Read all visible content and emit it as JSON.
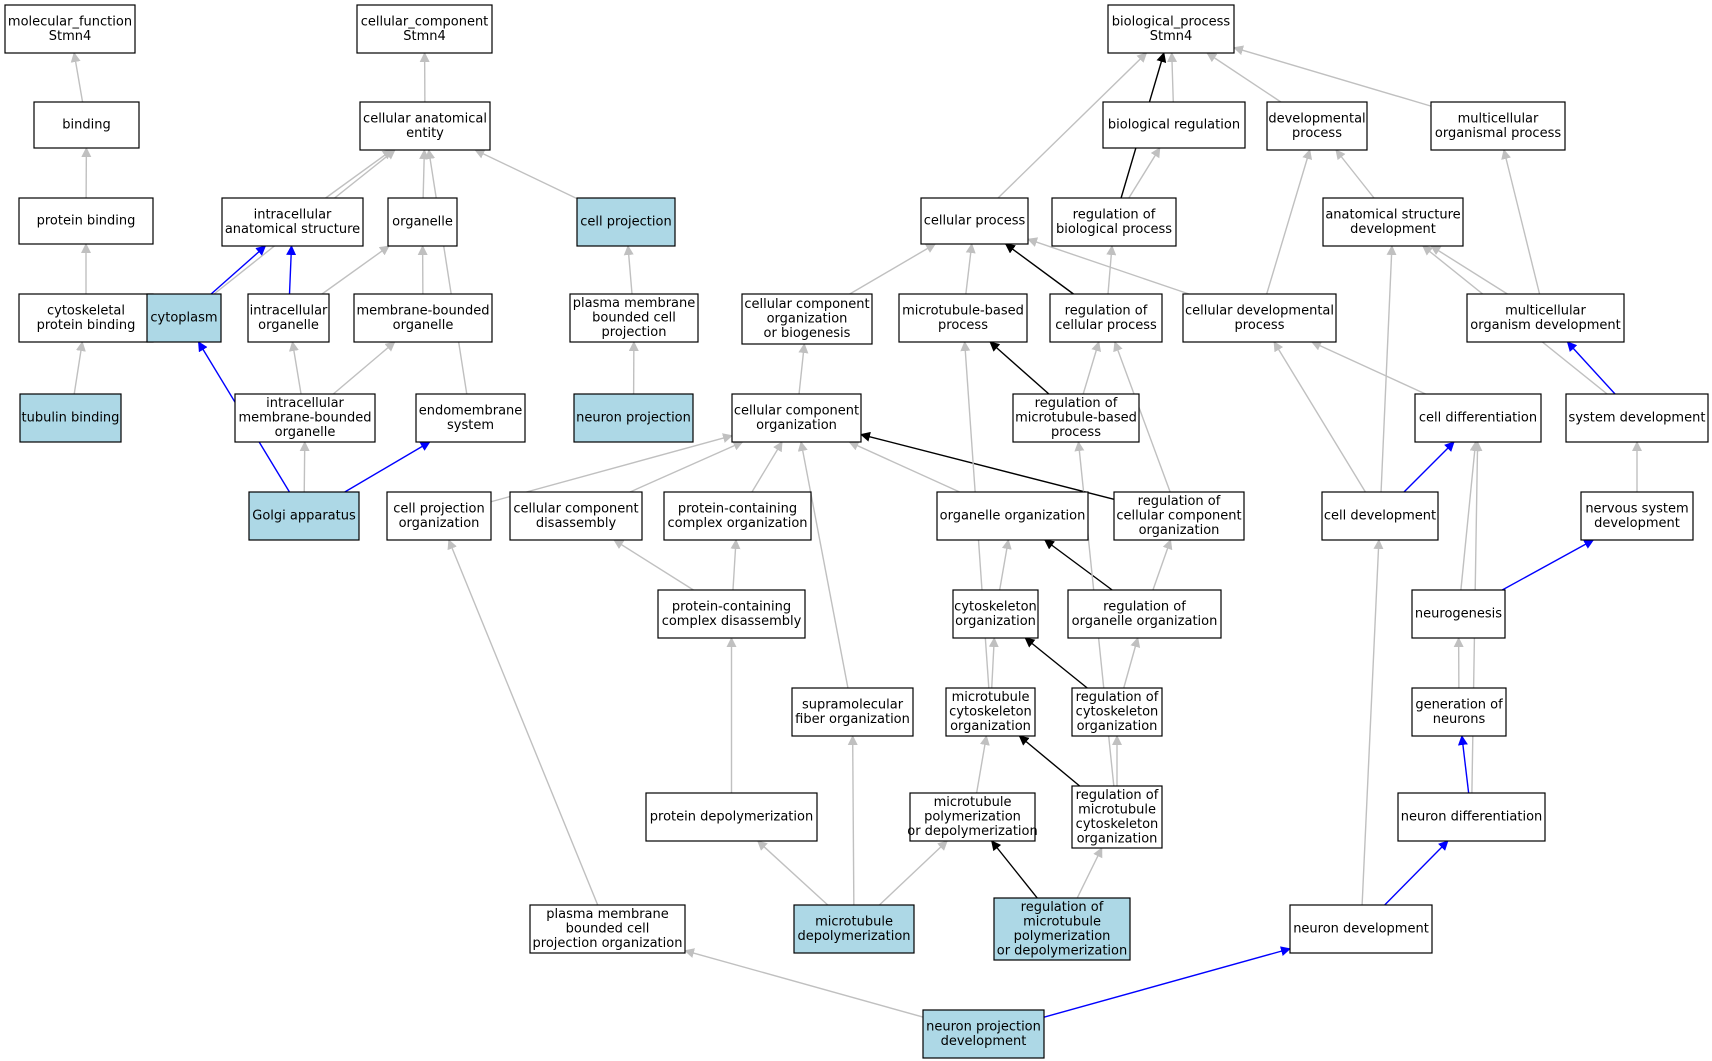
{
  "colors": {
    "highlight": "#add8e6",
    "plain": "#ffffff",
    "edge_is_a": "#c0c0c0",
    "edge_regulates": "#000000",
    "edge_part_of": "#0000ff"
  },
  "nodes": [
    {
      "id": "mf",
      "lines": [
        "molecular_function",
        "Stmn4"
      ],
      "hl": false
    },
    {
      "id": "cc",
      "lines": [
        "cellular_component",
        "Stmn4"
      ],
      "hl": false
    },
    {
      "id": "bp",
      "lines": [
        "biological_process",
        "Stmn4"
      ],
      "hl": false
    },
    {
      "id": "binding",
      "lines": [
        "binding"
      ],
      "hl": false
    },
    {
      "id": "cae",
      "lines": [
        "cellular anatomical",
        "entity"
      ],
      "hl": false
    },
    {
      "id": "bioreg",
      "lines": [
        "biological regulation"
      ],
      "hl": false
    },
    {
      "id": "devproc",
      "lines": [
        "developmental",
        "process"
      ],
      "hl": false
    },
    {
      "id": "multiproc",
      "lines": [
        "multicellular",
        "organismal process"
      ],
      "hl": false
    },
    {
      "id": "protbind",
      "lines": [
        "protein binding"
      ],
      "hl": false
    },
    {
      "id": "ias",
      "lines": [
        "intracellular",
        "anatomical structure"
      ],
      "hl": false
    },
    {
      "id": "organelle",
      "lines": [
        "organelle"
      ],
      "hl": false
    },
    {
      "id": "cellproj",
      "lines": [
        "cell projection"
      ],
      "hl": true
    },
    {
      "id": "cellproc",
      "lines": [
        "cellular process"
      ],
      "hl": false
    },
    {
      "id": "regbio",
      "lines": [
        "regulation of",
        "biological process"
      ],
      "hl": false
    },
    {
      "id": "asd",
      "lines": [
        "anatomical structure",
        "development"
      ],
      "hl": false
    },
    {
      "id": "cytobind",
      "lines": [
        "cytoskeletal",
        "protein binding"
      ],
      "hl": false
    },
    {
      "id": "cytoplasm",
      "lines": [
        "cytoplasm"
      ],
      "hl": true
    },
    {
      "id": "intraorg",
      "lines": [
        "intracellular",
        "organelle"
      ],
      "hl": false
    },
    {
      "id": "mbo",
      "lines": [
        "membrane-bounded",
        "organelle"
      ],
      "hl": false
    },
    {
      "id": "pmbcp",
      "lines": [
        "plasma membrane",
        "bounded cell",
        "projection"
      ],
      "hl": false
    },
    {
      "id": "ccob",
      "lines": [
        "cellular component",
        "organization",
        "or biogenesis"
      ],
      "hl": false
    },
    {
      "id": "mtbp",
      "lines": [
        "microtubule-based",
        "process"
      ],
      "hl": false
    },
    {
      "id": "regcp",
      "lines": [
        "regulation of",
        "cellular process"
      ],
      "hl": false
    },
    {
      "id": "cdp",
      "lines": [
        "cellular developmental",
        "process"
      ],
      "hl": false
    },
    {
      "id": "mod",
      "lines": [
        "multicellular",
        "organism development"
      ],
      "hl": false
    },
    {
      "id": "tubbind",
      "lines": [
        "tubulin binding"
      ],
      "hl": true
    },
    {
      "id": "imbo",
      "lines": [
        "intracellular",
        "membrane-bounded",
        "organelle"
      ],
      "hl": false
    },
    {
      "id": "endo",
      "lines": [
        "endomembrane",
        "system"
      ],
      "hl": false
    },
    {
      "id": "neuproj",
      "lines": [
        "neuron projection"
      ],
      "hl": true
    },
    {
      "id": "cco",
      "lines": [
        "cellular component",
        "organization"
      ],
      "hl": false
    },
    {
      "id": "regmtbp",
      "lines": [
        "regulation of",
        "microtubule-based",
        "process"
      ],
      "hl": false
    },
    {
      "id": "celldiff",
      "lines": [
        "cell differentiation"
      ],
      "hl": false
    },
    {
      "id": "sysdev",
      "lines": [
        "system development"
      ],
      "hl": false
    },
    {
      "id": "golgi",
      "lines": [
        "Golgi apparatus"
      ],
      "hl": true
    },
    {
      "id": "cpo",
      "lines": [
        "cell projection",
        "organization"
      ],
      "hl": false
    },
    {
      "id": "ccd",
      "lines": [
        "cellular component",
        "disassembly"
      ],
      "hl": false
    },
    {
      "id": "pco",
      "lines": [
        "protein-containing",
        "complex organization"
      ],
      "hl": false
    },
    {
      "id": "orgorg",
      "lines": [
        "organelle organization"
      ],
      "hl": false
    },
    {
      "id": "regcco",
      "lines": [
        "regulation of",
        "cellular component",
        "organization"
      ],
      "hl": false
    },
    {
      "id": "celldev",
      "lines": [
        "cell development"
      ],
      "hl": false
    },
    {
      "id": "nsd",
      "lines": [
        "nervous system",
        "development"
      ],
      "hl": false
    },
    {
      "id": "pcd",
      "lines": [
        "protein-containing",
        "complex disassembly"
      ],
      "hl": false
    },
    {
      "id": "cso",
      "lines": [
        "cytoskeleton",
        "organization"
      ],
      "hl": false
    },
    {
      "id": "regoo",
      "lines": [
        "regulation of",
        "organelle organization"
      ],
      "hl": false
    },
    {
      "id": "neurogen",
      "lines": [
        "neurogenesis"
      ],
      "hl": false
    },
    {
      "id": "sfo",
      "lines": [
        "supramolecular",
        "fiber organization"
      ],
      "hl": false
    },
    {
      "id": "mtco",
      "lines": [
        "microtubule",
        "cytoskeleton",
        "organization"
      ],
      "hl": false
    },
    {
      "id": "regcso",
      "lines": [
        "regulation of",
        "cytoskeleton",
        "organization"
      ],
      "hl": false
    },
    {
      "id": "gen",
      "lines": [
        "generation of",
        "neurons"
      ],
      "hl": false
    },
    {
      "id": "protdepol",
      "lines": [
        "protein depolymerization"
      ],
      "hl": false
    },
    {
      "id": "mtpd",
      "lines": [
        "microtubule",
        "polymerization",
        "or depolymerization"
      ],
      "hl": false
    },
    {
      "id": "regmtco",
      "lines": [
        "regulation of",
        "microtubule",
        "cytoskeleton",
        "organization"
      ],
      "hl": false
    },
    {
      "id": "neudiff",
      "lines": [
        "neuron differentiation"
      ],
      "hl": false
    },
    {
      "id": "pmbcpo",
      "lines": [
        "plasma membrane",
        "bounded cell",
        "projection organization"
      ],
      "hl": false
    },
    {
      "id": "mtdepol",
      "lines": [
        "microtubule",
        "depolymerization"
      ],
      "hl": true
    },
    {
      "id": "regmtpd",
      "lines": [
        "regulation of",
        "microtubule",
        "polymerization",
        "or depolymerization"
      ],
      "hl": true
    },
    {
      "id": "neudev",
      "lines": [
        "neuron development"
      ],
      "hl": false
    },
    {
      "id": "npd",
      "lines": [
        "neuron projection",
        "development"
      ],
      "hl": true
    }
  ],
  "edges": [
    {
      "from": "binding",
      "to": "mf",
      "type": "is_a"
    },
    {
      "from": "protbind",
      "to": "binding",
      "type": "is_a"
    },
    {
      "from": "cytobind",
      "to": "protbind",
      "type": "is_a"
    },
    {
      "from": "tubbind",
      "to": "cytobind",
      "type": "is_a"
    },
    {
      "from": "cae",
      "to": "cc",
      "type": "is_a"
    },
    {
      "from": "ias",
      "to": "cae",
      "type": "is_a"
    },
    {
      "from": "organelle",
      "to": "cae",
      "type": "is_a"
    },
    {
      "from": "cellproj",
      "to": "cae",
      "type": "is_a"
    },
    {
      "from": "cytoplasm",
      "to": "cae",
      "type": "is_a"
    },
    {
      "from": "endo",
      "to": "cae",
      "type": "is_a"
    },
    {
      "from": "cytoplasm",
      "to": "ias",
      "type": "part_of"
    },
    {
      "from": "intraorg",
      "to": "ias",
      "type": "part_of"
    },
    {
      "from": "intraorg",
      "to": "organelle",
      "type": "is_a"
    },
    {
      "from": "mbo",
      "to": "organelle",
      "type": "is_a"
    },
    {
      "from": "imbo",
      "to": "intraorg",
      "type": "is_a"
    },
    {
      "from": "imbo",
      "to": "mbo",
      "type": "is_a"
    },
    {
      "from": "golgi",
      "to": "imbo",
      "type": "is_a"
    },
    {
      "from": "golgi",
      "to": "cytoplasm",
      "type": "part_of"
    },
    {
      "from": "golgi",
      "to": "endo",
      "type": "part_of"
    },
    {
      "from": "pmbcp",
      "to": "cellproj",
      "type": "is_a"
    },
    {
      "from": "neuproj",
      "to": "pmbcp",
      "type": "is_a"
    },
    {
      "from": "bioreg",
      "to": "bp",
      "type": "is_a"
    },
    {
      "from": "devproc",
      "to": "bp",
      "type": "is_a"
    },
    {
      "from": "multiproc",
      "to": "bp",
      "type": "is_a"
    },
    {
      "from": "cellproc",
      "to": "bp",
      "type": "is_a"
    },
    {
      "from": "regbio",
      "to": "bp",
      "type": "regulates"
    },
    {
      "from": "regbio",
      "to": "bioreg",
      "type": "is_a"
    },
    {
      "from": "asd",
      "to": "devproc",
      "type": "is_a"
    },
    {
      "from": "cdp",
      "to": "devproc",
      "type": "is_a"
    },
    {
      "from": "mod",
      "to": "multiproc",
      "type": "is_a"
    },
    {
      "from": "mod",
      "to": "asd",
      "type": "is_a"
    },
    {
      "from": "ccob",
      "to": "cellproc",
      "type": "is_a"
    },
    {
      "from": "mtbp",
      "to": "cellproc",
      "type": "is_a"
    },
    {
      "from": "regcp",
      "to": "cellproc",
      "type": "regulates"
    },
    {
      "from": "cdp",
      "to": "cellproc",
      "type": "is_a"
    },
    {
      "from": "regcp",
      "to": "regbio",
      "type": "is_a"
    },
    {
      "from": "cco",
      "to": "ccob",
      "type": "is_a"
    },
    {
      "from": "regmtbp",
      "to": "mtbp",
      "type": "regulates"
    },
    {
      "from": "regmtbp",
      "to": "regcp",
      "type": "is_a"
    },
    {
      "from": "regcco",
      "to": "regcp",
      "type": "is_a"
    },
    {
      "from": "celldiff",
      "to": "cdp",
      "type": "is_a"
    },
    {
      "from": "celldev",
      "to": "cdp",
      "type": "is_a"
    },
    {
      "from": "celldev",
      "to": "asd",
      "type": "is_a"
    },
    {
      "from": "sysdev",
      "to": "asd",
      "type": "is_a"
    },
    {
      "from": "sysdev",
      "to": "mod",
      "type": "part_of"
    },
    {
      "from": "cpo",
      "to": "cco",
      "type": "is_a"
    },
    {
      "from": "ccd",
      "to": "cco",
      "type": "is_a"
    },
    {
      "from": "pco",
      "to": "cco",
      "type": "is_a"
    },
    {
      "from": "orgorg",
      "to": "cco",
      "type": "is_a"
    },
    {
      "from": "regcco",
      "to": "cco",
      "type": "regulates"
    },
    {
      "from": "sfo",
      "to": "cco",
      "type": "is_a"
    },
    {
      "from": "celldev",
      "to": "celldiff",
      "type": "part_of"
    },
    {
      "from": "neurogen",
      "to": "celldiff",
      "type": "is_a"
    },
    {
      "from": "neudiff",
      "to": "celldiff",
      "type": "is_a"
    },
    {
      "from": "nsd",
      "to": "sysdev",
      "type": "is_a"
    },
    {
      "from": "neurogen",
      "to": "nsd",
      "type": "part_of"
    },
    {
      "from": "pcd",
      "to": "ccd",
      "type": "is_a"
    },
    {
      "from": "pcd",
      "to": "pco",
      "type": "is_a"
    },
    {
      "from": "cso",
      "to": "orgorg",
      "type": "is_a"
    },
    {
      "from": "regoo",
      "to": "orgorg",
      "type": "regulates"
    },
    {
      "from": "regoo",
      "to": "regcco",
      "type": "is_a"
    },
    {
      "from": "mtco",
      "to": "cso",
      "type": "is_a"
    },
    {
      "from": "regcso",
      "to": "cso",
      "type": "regulates"
    },
    {
      "from": "regcso",
      "to": "regoo",
      "type": "is_a"
    },
    {
      "from": "mtco",
      "to": "mtbp",
      "type": "is_a"
    },
    {
      "from": "gen",
      "to": "neurogen",
      "type": "is_a"
    },
    {
      "from": "protdepol",
      "to": "pcd",
      "type": "is_a"
    },
    {
      "from": "mtpd",
      "to": "mtco",
      "type": "is_a"
    },
    {
      "from": "regmtco",
      "to": "mtco",
      "type": "regulates"
    },
    {
      "from": "regmtco",
      "to": "regcso",
      "type": "is_a"
    },
    {
      "from": "regmtco",
      "to": "regmtbp",
      "type": "is_a"
    },
    {
      "from": "neudiff",
      "to": "gen",
      "type": "part_of"
    },
    {
      "from": "pmbcpo",
      "to": "cpo",
      "type": "is_a"
    },
    {
      "from": "mtdepol",
      "to": "protdepol",
      "type": "is_a"
    },
    {
      "from": "mtdepol",
      "to": "sfo",
      "type": "is_a"
    },
    {
      "from": "mtdepol",
      "to": "mtpd",
      "type": "is_a"
    },
    {
      "from": "regmtpd",
      "to": "mtpd",
      "type": "regulates"
    },
    {
      "from": "regmtpd",
      "to": "regmtco",
      "type": "is_a"
    },
    {
      "from": "neudev",
      "to": "celldev",
      "type": "is_a"
    },
    {
      "from": "neudev",
      "to": "neudiff",
      "type": "part_of"
    },
    {
      "from": "npd",
      "to": "pmbcpo",
      "type": "is_a"
    },
    {
      "from": "npd",
      "to": "neudev",
      "type": "part_of"
    }
  ]
}
